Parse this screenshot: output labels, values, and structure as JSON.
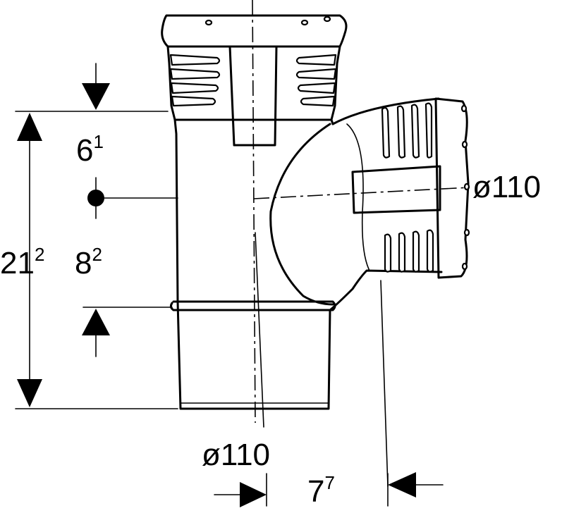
{
  "drawing": {
    "dims": {
      "top_offset": {
        "main": "6",
        "sup": "1"
      },
      "total_height": {
        "main": "21",
        "sup": "2"
      },
      "branch_height": {
        "main": "8",
        "sup": "2"
      },
      "branch_diameter": {
        "text": "ø110"
      },
      "main_diameter": {
        "text": "ø110"
      },
      "branch_offset": {
        "main": "7",
        "sup": "7"
      }
    }
  }
}
